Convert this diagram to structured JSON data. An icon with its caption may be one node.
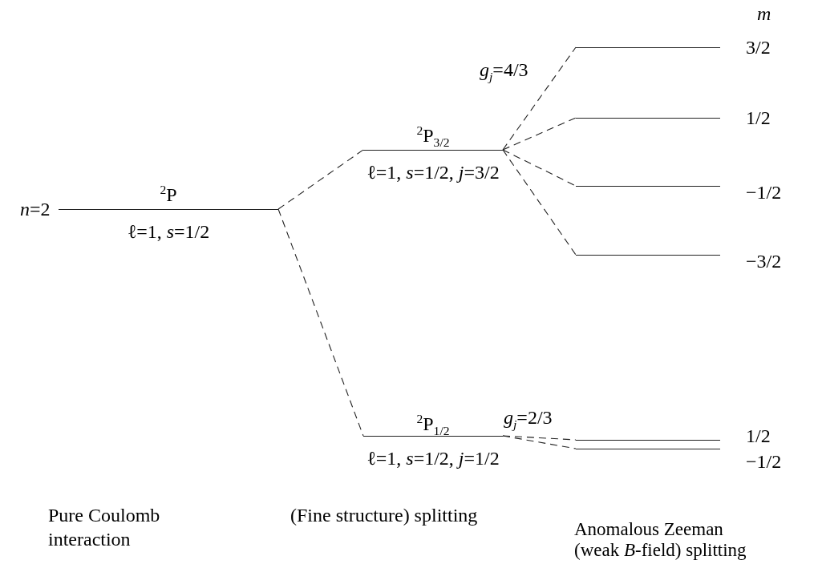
{
  "diagram": {
    "nodes": [
      {
        "text": [
          "$^{2}$P",
          "ℓ=1, *s*=1/2"
        ],
        "beside": [
          "*n*=2"
        ]
      },
      {
        "text": [
          "$^{2}$P$_{3/2}$",
          "ℓ=1, *s*=1/2, *j*=3/2"
        ]
      },
      {
        "text": [
          "$^{2}$P$_{1/2}$",
          "ℓ=1, *s*=1/2, *j*=1/2"
        ]
      },
      {
        "text": [],
        "shape": "bar",
        "beside": [
          "3/2"
        ]
      },
      {
        "text": [],
        "shape": "bar",
        "beside": [
          "1/2"
        ]
      },
      {
        "text": [],
        "shape": "bar",
        "beside": [
          "−1/2"
        ]
      },
      {
        "text": [],
        "shape": "bar",
        "beside": [
          "−3/2"
        ]
      },
      {
        "text": [],
        "shape": "bar",
        "beside": [
          "1/2"
        ]
      },
      {
        "text": [],
        "shape": "bar",
        "beside": [
          "−1/2"
        ]
      }
    ],
    "edges": [
      {
        "from": 0,
        "to": 1,
        "arrow": "none",
        "style": "dashed"
      },
      {
        "from": 0,
        "to": 2,
        "arrow": "none",
        "style": "dashed"
      },
      {
        "from": 1,
        "to": 3,
        "arrow": "none",
        "style": "dashed"
      },
      {
        "from": 1,
        "to": 4,
        "arrow": "none",
        "style": "dashed"
      },
      {
        "from": 1,
        "to": 5,
        "arrow": "none",
        "style": "dashed"
      },
      {
        "from": 1,
        "to": 6,
        "arrow": "none",
        "style": "dashed"
      },
      {
        "from": 2,
        "to": 7,
        "arrow": "none",
        "style": "dashed"
      },
      {
        "from": 2,
        "to": 8,
        "arrow": "none",
        "style": "dashed"
      }
    ],
    "labels": [
      "m",
      "*g*$_{j}$=4/3",
      "*g*$_{j}$=2/3",
      "Pure Coulomb interaction",
      "(Fine structure) splitting",
      "Anomalous Zeeman (weak *B*-field) splitting"
    ]
  }
}
